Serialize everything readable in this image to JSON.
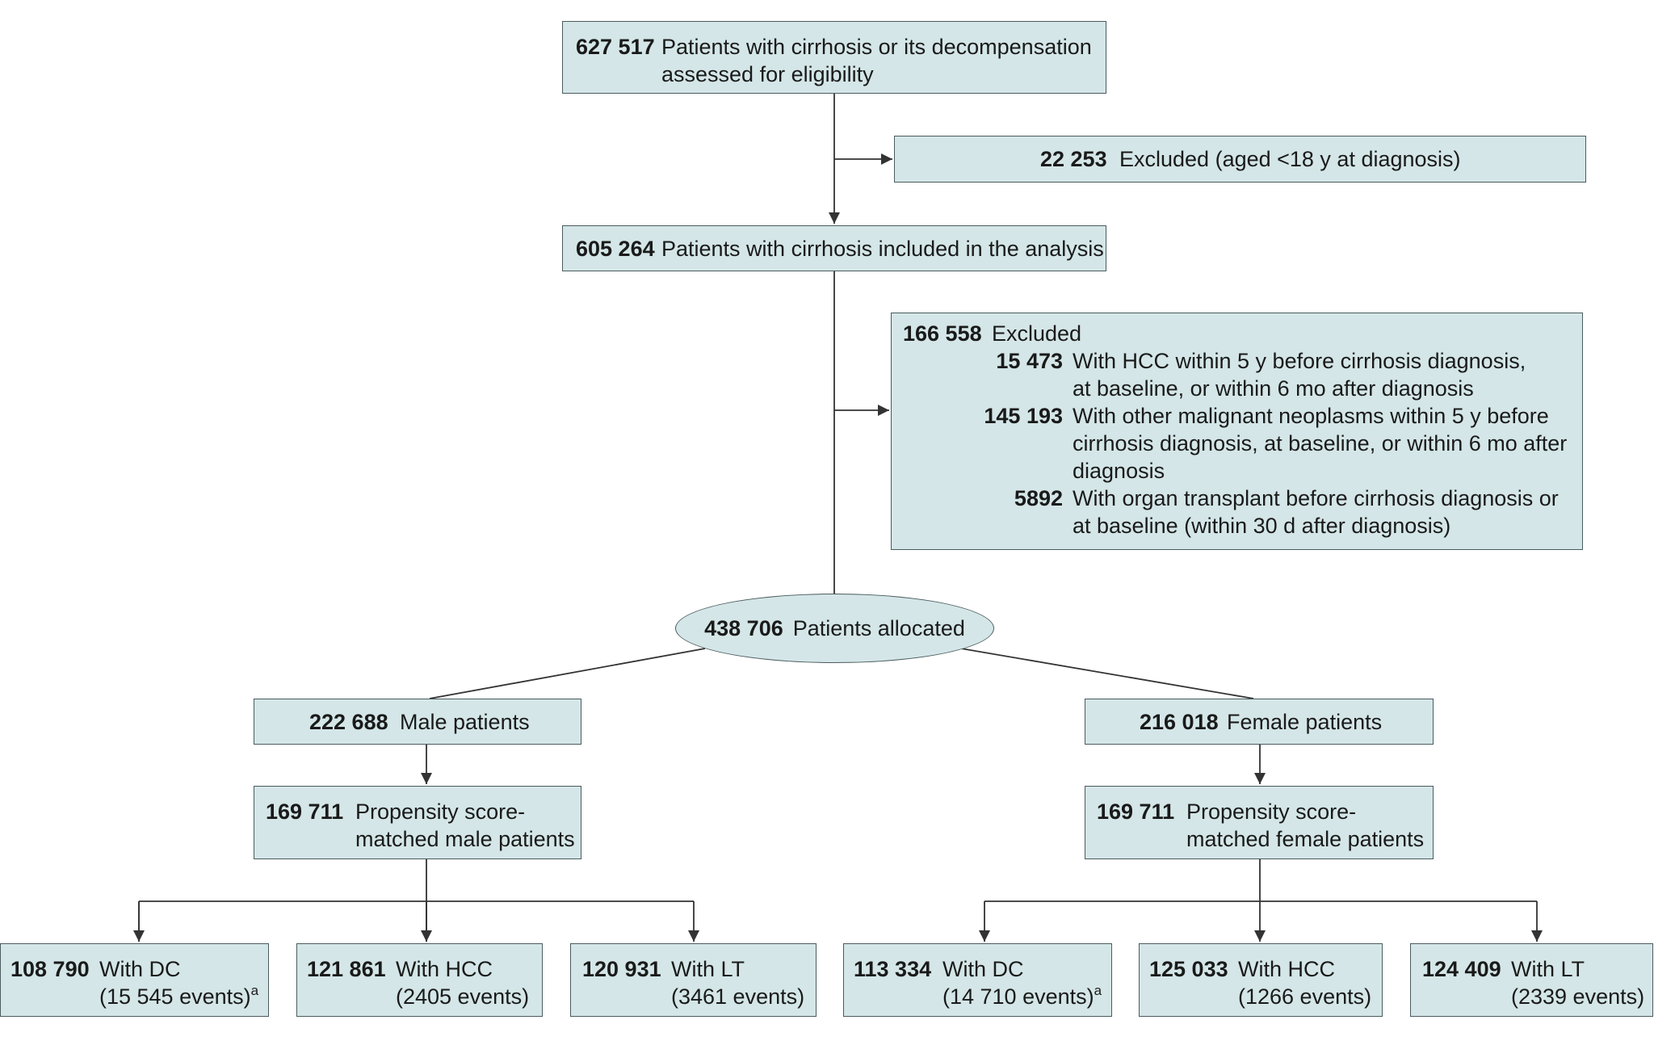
{
  "eligibility": {
    "count": "627 517",
    "text_1": "Patients with cirrhosis or its decompensation",
    "text_2": "assessed for eligibility"
  },
  "excluded_age": {
    "count": "22 253",
    "text": "Excluded (aged <18 y at diagnosis)"
  },
  "included": {
    "count": "605 264",
    "text": "Patients with cirrhosis included in the analysis"
  },
  "excluded_other": {
    "count": "166 558",
    "label": "Excluded",
    "items": [
      {
        "count": "15 473",
        "lines": [
          "With HCC within 5 y before cirrhosis diagnosis,",
          "at baseline, or within 6 mo after diagnosis"
        ]
      },
      {
        "count": "145 193",
        "lines": [
          "With other malignant neoplasms within 5 y before",
          "cirrhosis diagnosis, at baseline, or within 6 mo after",
          "diagnosis"
        ]
      },
      {
        "count": "5892",
        "lines": [
          "With organ transplant before cirrhosis diagnosis or",
          "at baseline (within 30 d after diagnosis)"
        ]
      }
    ]
  },
  "allocated": {
    "count": "438 706",
    "text": "Patients allocated"
  },
  "male": {
    "count": "222 688",
    "text": "Male patients"
  },
  "female": {
    "count": "216 018",
    "text": "Female patients"
  },
  "male_matched": {
    "count": "169 711",
    "text_1": "Propensity score-",
    "text_2": "matched male patients"
  },
  "female_matched": {
    "count": "169 711",
    "text_1": "Propensity score-",
    "text_2": "matched female patients"
  },
  "male_outcomes": [
    {
      "count": "108 790",
      "label": "With DC",
      "events": "(15 545 events)",
      "footnote": "a"
    },
    {
      "count": "121 861",
      "label": "With HCC",
      "events": "(2405 events)"
    },
    {
      "count": "120 931",
      "label": "With LT",
      "events": "(3461 events)"
    }
  ],
  "female_outcomes": [
    {
      "count": "113 334",
      "label": "With DC",
      "events": "(14 710 events)",
      "footnote": "a"
    },
    {
      "count": "125 033",
      "label": "With HCC",
      "events": "(1266 events)"
    },
    {
      "count": "124 409",
      "label": "With LT",
      "events": "(2339 events)"
    }
  ],
  "colors": {
    "box_fill": "#d4e6e7",
    "box_border": "#4b5b5e",
    "line": "#333333"
  }
}
